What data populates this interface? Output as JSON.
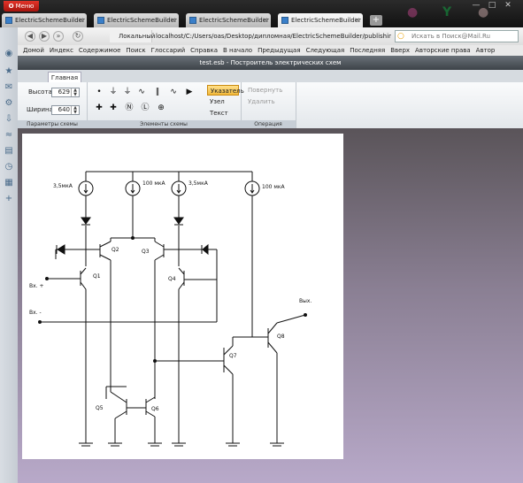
{
  "browser": {
    "menu_label": "Меню",
    "tabs": [
      {
        "title": "ElectricSchemeBuilder",
        "active": false
      },
      {
        "title": "ElectricSchemeBuilder",
        "active": false
      },
      {
        "title": "ElectricSchemeBuilder",
        "active": false
      },
      {
        "title": "ElectricSchemeBuilder",
        "active": true
      }
    ],
    "new_tab": "+",
    "address": {
      "site_label": "Локальный",
      "url": "localhost/C:/Users/oas/Desktop/дипломная/ElectricSchemeBuilder/publishing/Elec"
    },
    "search_placeholder": "Искать в Поиск@Mail.Ru",
    "nav_links": [
      "Домой",
      "Индекс",
      "Содержимое",
      "Поиск",
      "Глоссарий",
      "Справка",
      "В начало",
      "Предыдущая",
      "Следующая",
      "Последняя",
      "Вверх",
      "Авторские права",
      "Автор"
    ]
  },
  "app": {
    "title": "test.esb - Построитель электрических схем",
    "ribbon_tab": "Главная",
    "params": {
      "height_label": "Высота",
      "height_value": "629",
      "width_label": "Ширина",
      "width_value": "640",
      "group_label": "Параметры схемы"
    },
    "elements_group_label": "Элементы схемы",
    "modes": [
      "Указатель",
      "Узел",
      "Текст"
    ],
    "operations": [
      "Повернуть",
      "Удалить"
    ],
    "operations_group_label": "Операция"
  },
  "schematic": {
    "labels": {
      "i1": "3,5мкА",
      "i2": "100 мкА",
      "i3": "3,5мкА",
      "i4": "100 мкА",
      "q1": "Q1",
      "q2": "Q2",
      "q3": "Q3",
      "q4": "Q4",
      "q5": "Q5",
      "q6": "Q6",
      "q7": "Q7",
      "q8": "Q8",
      "in_plus": "Вх. +",
      "in_minus": "Вх. -",
      "out": "Вых."
    }
  }
}
